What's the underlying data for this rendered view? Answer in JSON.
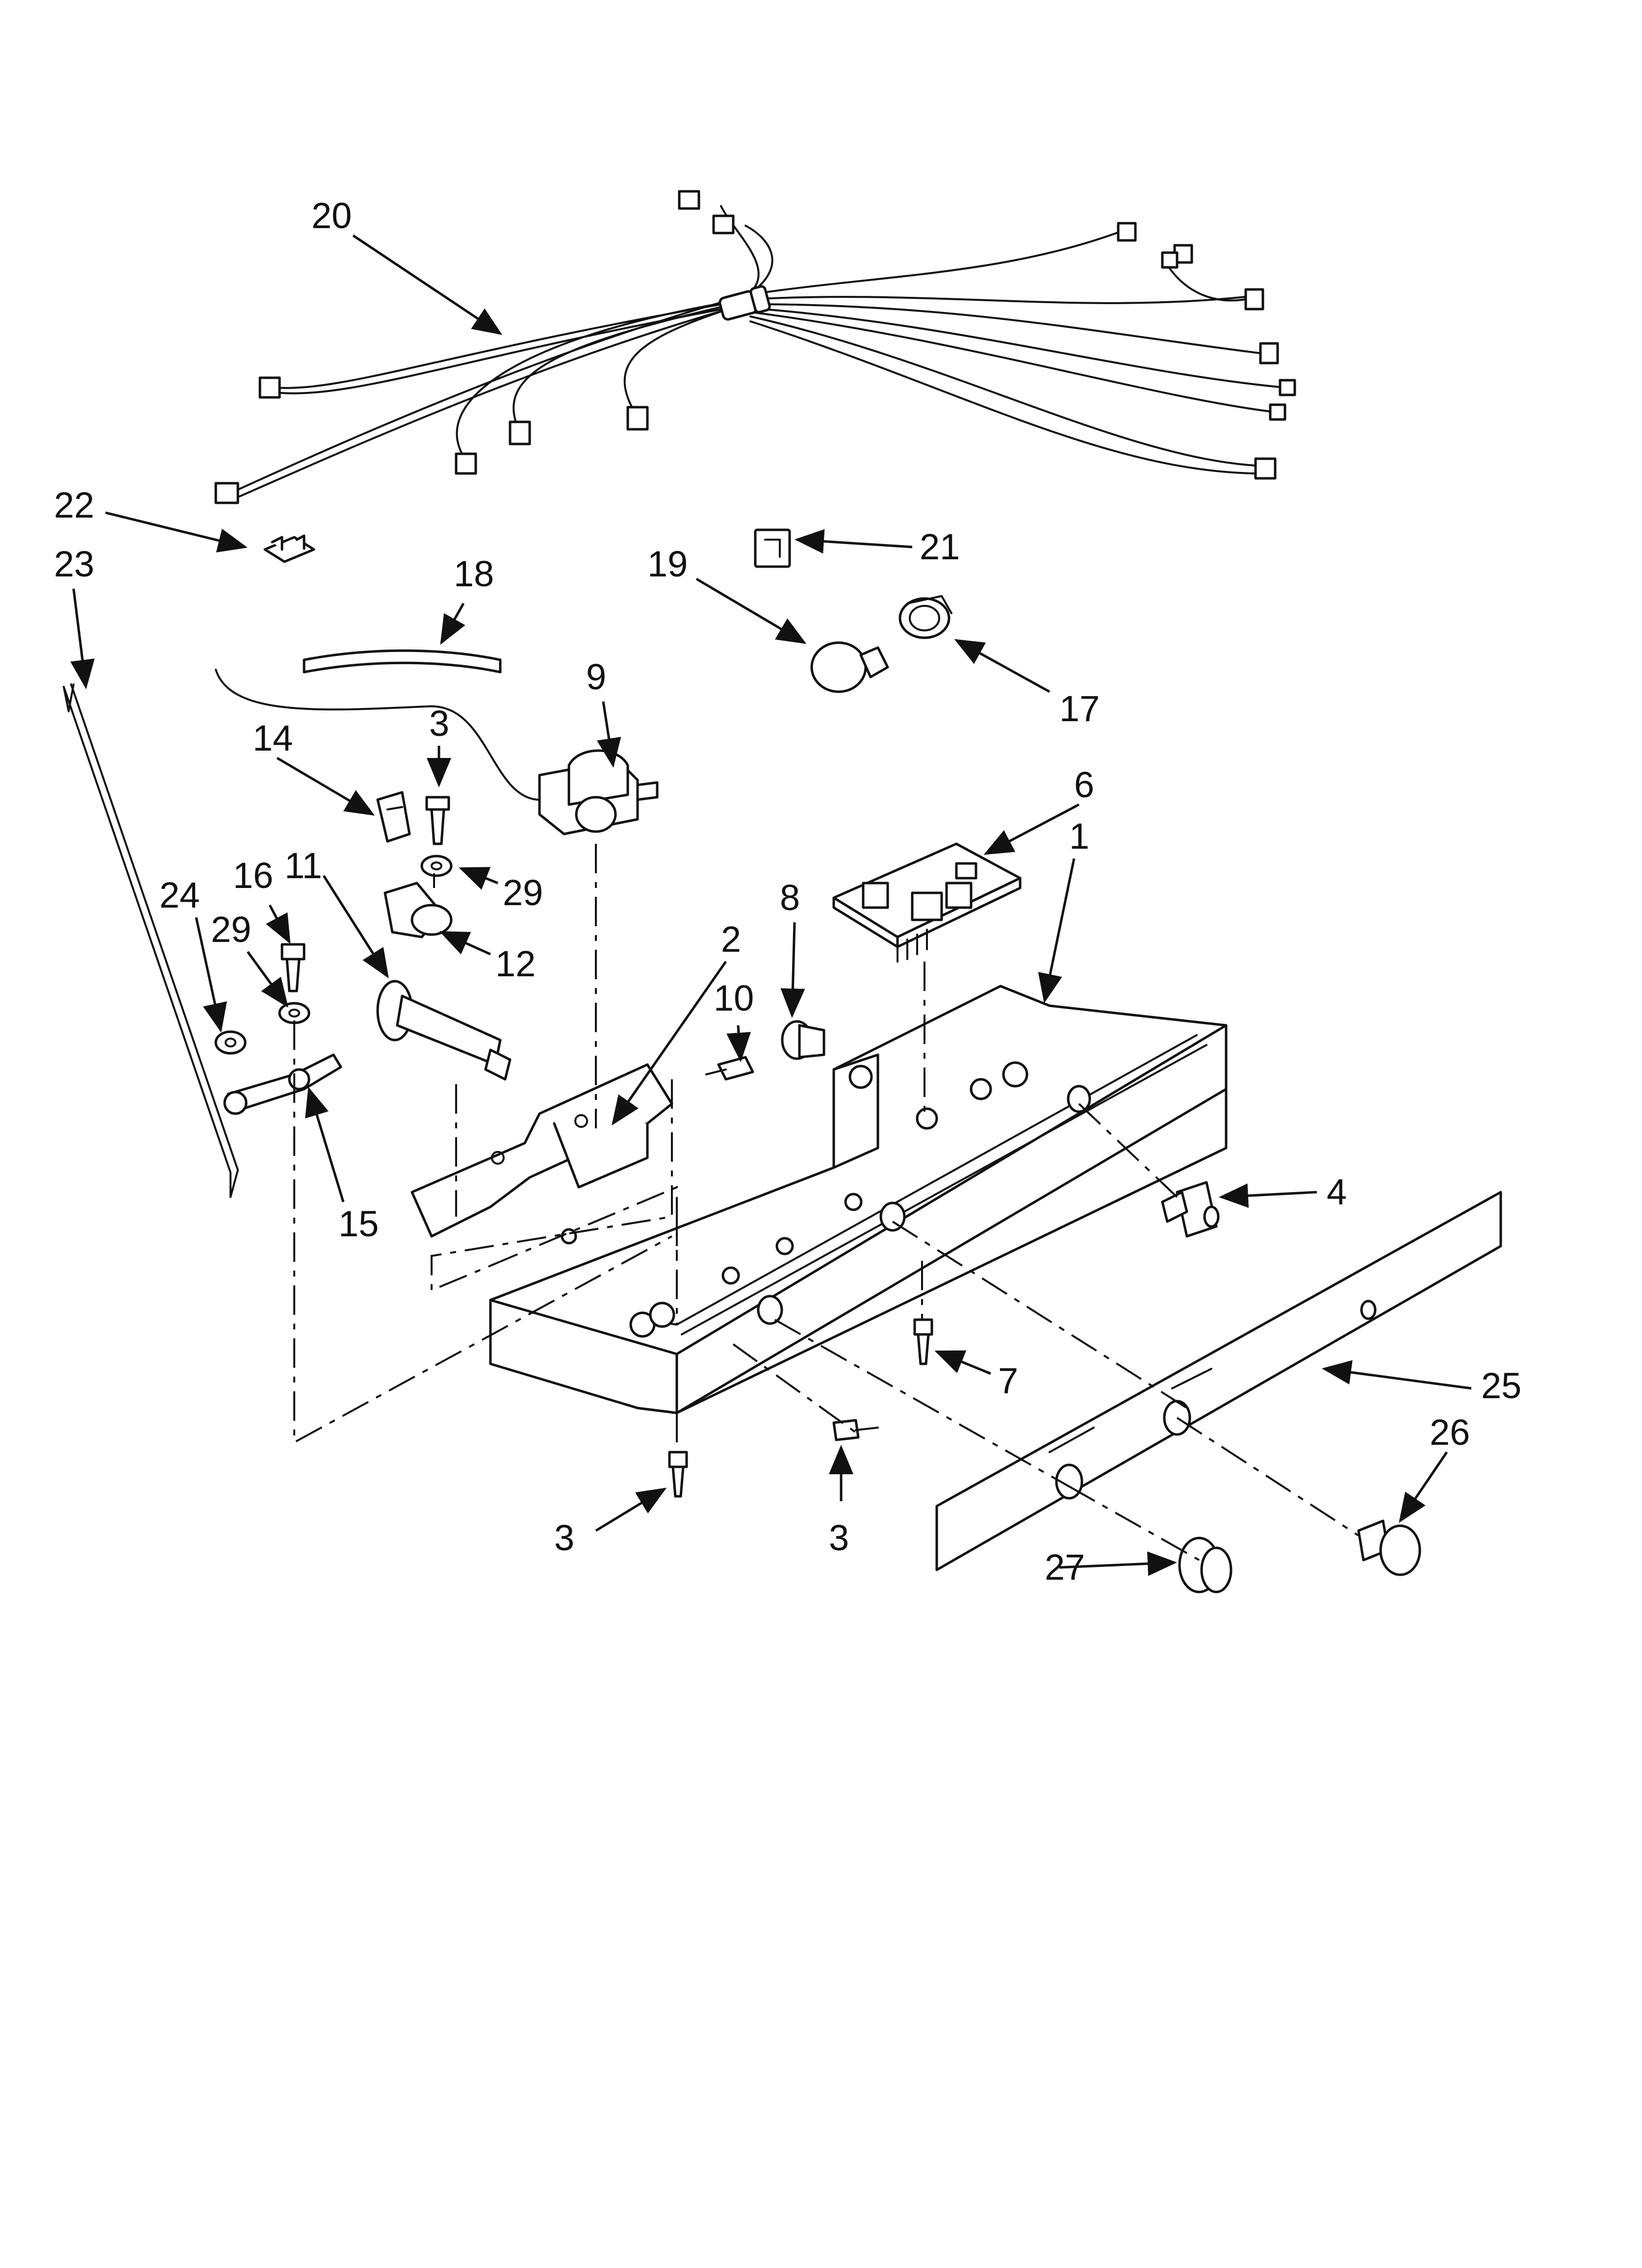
{
  "callouts": [
    {
      "id": "c20",
      "text": "20"
    },
    {
      "id": "c22",
      "text": "22"
    },
    {
      "id": "c23",
      "text": "23"
    },
    {
      "id": "c18",
      "text": "18"
    },
    {
      "id": "c19",
      "text": "19"
    },
    {
      "id": "c21",
      "text": "21"
    },
    {
      "id": "c17",
      "text": "17"
    },
    {
      "id": "c9",
      "text": "9"
    },
    {
      "id": "c3a",
      "text": "3"
    },
    {
      "id": "c14",
      "text": "14"
    },
    {
      "id": "c29a",
      "text": "29"
    },
    {
      "id": "c12",
      "text": "12"
    },
    {
      "id": "c11",
      "text": "11"
    },
    {
      "id": "c16",
      "text": "16"
    },
    {
      "id": "c24",
      "text": "24"
    },
    {
      "id": "c29b",
      "text": "29"
    },
    {
      "id": "c15",
      "text": "15"
    },
    {
      "id": "c6",
      "text": "6"
    },
    {
      "id": "c1",
      "text": "1"
    },
    {
      "id": "c8",
      "text": "8"
    },
    {
      "id": "c2",
      "text": "2"
    },
    {
      "id": "c10",
      "text": "10"
    },
    {
      "id": "c4",
      "text": "4"
    },
    {
      "id": "c7",
      "text": "7"
    },
    {
      "id": "c25",
      "text": "25"
    },
    {
      "id": "c26",
      "text": "26"
    },
    {
      "id": "c27",
      "text": "27"
    },
    {
      "id": "c3b",
      "text": "3"
    },
    {
      "id": "c3c",
      "text": "3"
    }
  ]
}
